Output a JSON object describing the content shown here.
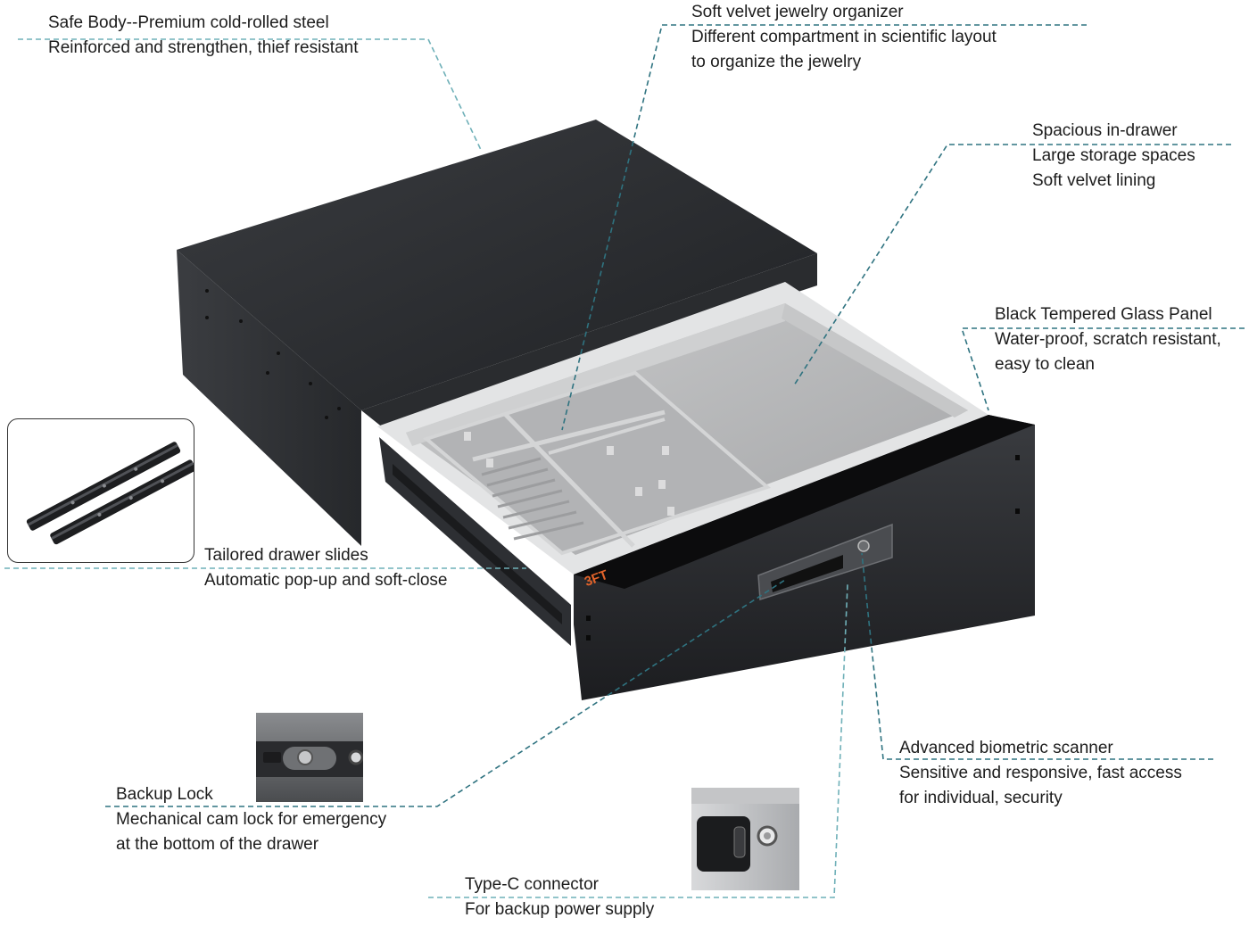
{
  "callouts": {
    "safe_body": {
      "title": "Safe Body--Premium cold-rolled steel",
      "lines": [
        "Reinforced and strengthen, thief resistant"
      ]
    },
    "organizer": {
      "title": "Soft velvet jewelry organizer",
      "lines": [
        "Different compartment in scientific layout",
        "to organize the jewelry"
      ]
    },
    "spacious": {
      "title": "Spacious in-drawer",
      "lines": [
        "Large storage spaces",
        "Soft velvet lining"
      ]
    },
    "glass": {
      "title": "Black Tempered Glass Panel",
      "lines": [
        "Water-proof, scratch resistant,",
        "easy to clean"
      ]
    },
    "slides": {
      "title": "Tailored drawer slides",
      "lines": [
        "Automatic pop-up and soft-close"
      ]
    },
    "biometric": {
      "title": "Advanced biometric scanner",
      "lines": [
        "Sensitive and responsive, fast access",
        "for individual, security"
      ]
    },
    "backup_lock": {
      "title": "Backup Lock",
      "lines": [
        "Mechanical cam lock for emergency",
        "at the bottom of the drawer"
      ]
    },
    "typec": {
      "title": "Type-C connector",
      "lines": [
        "For backup power supply"
      ]
    }
  },
  "brand_logo": "3FT",
  "colors": {
    "leader": "#2f7380",
    "body": "#2b2d30",
    "velvet": "#b9babb"
  }
}
